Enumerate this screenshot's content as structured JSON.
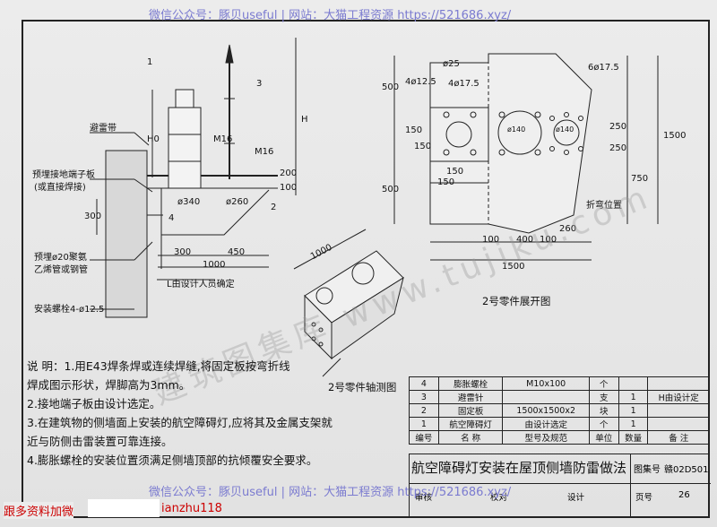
{
  "watermark": {
    "top": "微信公众号：豚贝useful | 网站：大猫工程资源 https://521686.xyz/",
    "bottom": "微信公众号：豚贝useful | 网站：大猫工程资源 https://521686.xyz/",
    "diagonal": "建筑图集库 www.tujiku.com"
  },
  "left_drawing": {
    "labels": {
      "ref1": "1",
      "ref2": "2",
      "ref3": "3",
      "ref4": "4",
      "lightning_strip": "避雷带",
      "embedded_plate": "预埋接地端子板",
      "embedded_plate_note": "(或直接焊接)",
      "rebar": "预埋ø20聚氨",
      "rebar_note": "乙烯管或钢管",
      "bolt": "安装螺栓4-ø12.5",
      "m16_a": "M16",
      "m16_b": "M16",
      "d340": "ø340",
      "d260": "ø260",
      "dim_200": "200",
      "dim_100": "100",
      "dim_300": "300",
      "dim_450": "450",
      "dim_1000": "1000",
      "dim_300v": "300",
      "dim_h": "H",
      "dim_h0": "H0",
      "note_l": "L由设计人员确定"
    }
  },
  "right_drawing": {
    "labels": {
      "d25": "ø25",
      "d12_5": "4ø12.5",
      "d17_5": "4ø17.5",
      "d6_17_5": "6ø17.5",
      "dim_500a": "500",
      "dim_500b": "500",
      "dim_150a": "150",
      "dim_150b": "150",
      "dim_150c": "150",
      "dim_150d": "150",
      "dim_250a": "250",
      "dim_250b": "250",
      "dim_1500v": "1500",
      "dim_750": "750",
      "dim_400": "400",
      "dim_260": "260",
      "dim_100a": "100",
      "dim_100b": "100",
      "dim_1500h": "1500",
      "fold": "折弯位置",
      "d140": "ø140",
      "d140b": "ø140"
    },
    "caption": "2号零件展开图"
  },
  "axonometric": {
    "caption": "2号零件轴测图",
    "dim_1000": "1000"
  },
  "notes": [
    "说 明：1.用E43焊条焊或连续焊缝,将固定板按弯折线",
    "        焊成图示形状，焊脚高为3mm。",
    "      2.接地端子板由设计选定。",
    "      3.在建筑物的侧墙面上安装的航空障碍灯,应将其及金属支架就",
    "        近与防侧击雷装置可靠连接。",
    "      4.膨胀螺栓的安装位置须满足侧墙顶部的抗倾覆安全要求。"
  ],
  "parts_table": {
    "rows": [
      [
        "4",
        "膨胀螺栓",
        "M10x100",
        "个",
        "",
        ""
      ],
      [
        "3",
        "避雷针",
        "",
        "支",
        "1",
        "H由设计定"
      ],
      [
        "2",
        "固定板",
        "1500x1500x2",
        "块",
        "1",
        ""
      ],
      [
        "1",
        "航空障碍灯",
        "由设计选定",
        "个",
        "1",
        ""
      ]
    ],
    "header": [
      "编号",
      "名 称",
      "型号及规范",
      "单位",
      "数量",
      "备 注"
    ]
  },
  "title_block": {
    "title": "航空障碍灯安装在屋顶侧墙防雷做法",
    "atlas_label": "图集号",
    "atlas_no": "赣02D501",
    "review": "审核",
    "check": "校对",
    "design": "设计",
    "page_label": "页号",
    "page_no": "26"
  },
  "promo": {
    "left": "跟多资料加微",
    "right": "ianzhu118"
  }
}
